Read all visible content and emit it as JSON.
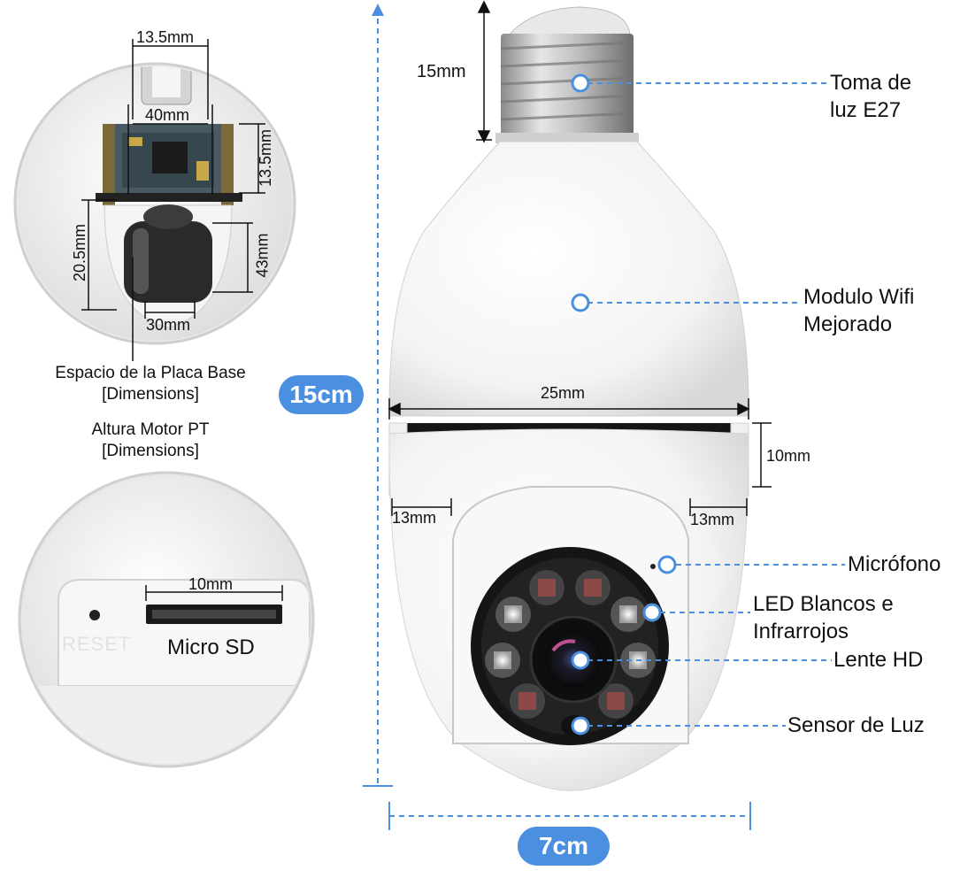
{
  "colors": {
    "accent": "#4a8fe0",
    "dot": "#ffffff",
    "dimension_line": "#111111"
  },
  "labels": {
    "socket_line1": "Toma de",
    "socket_line2": "luz E27",
    "wifi_line1": "Modulo Wifi",
    "wifi_line2": "Mejorado",
    "mic": "Micrófono",
    "led_line1": "LED Blancos e",
    "led_line2": "Infrarrojos",
    "lens": "Lente HD",
    "light_sensor": "Sensor de Luz"
  },
  "dimensions": {
    "height_total": "15cm",
    "width_total": "7cm",
    "socket_height": "15mm",
    "band_width": "25mm",
    "band_height": "10mm",
    "side_left": "13mm",
    "side_right": "13mm",
    "pcb_top": "13.5mm",
    "pcb_width": "40mm",
    "pcb_height": "13.5mm",
    "motor_left": "20.5mm",
    "motor_right": "43mm",
    "motor_bottom": "30mm",
    "sd_slot": "10mm"
  },
  "inset_top": {
    "caption_line1": "Espacio de la Placa Base",
    "caption_line2": "[Dimensions]",
    "caption2_line1": "Altura Motor PT",
    "caption2_line2": "[Dimensions]"
  },
  "inset_bottom": {
    "reset": "RESET",
    "micro_sd": "Micro SD"
  },
  "icons": [
    "callout-dot",
    "dimension-arrow",
    "reset-hole",
    "sd-slot"
  ]
}
